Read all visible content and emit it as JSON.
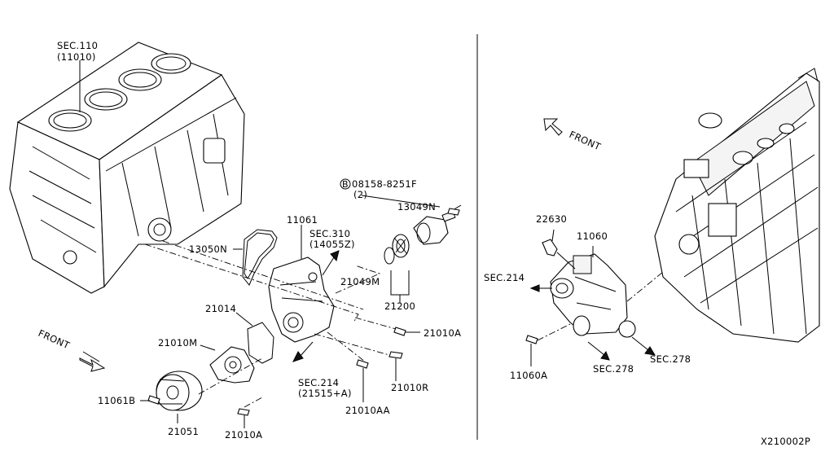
{
  "labels": {
    "sec110": "SEC.110",
    "sec110_code": "(11010)",
    "bolt_spec": "08158-8251F",
    "bolt_spec_marker": "B",
    "bolt_qty": "(2)",
    "p13049n": "13049N",
    "p11061": "11061",
    "sec310": "SEC.310",
    "sec310_code": "(14055Z)",
    "p13050n": "13050N",
    "p21049m": "21049M",
    "p21200": "21200",
    "p21014": "21014",
    "p21010a_right": "21010A",
    "p21010m": "21010M",
    "front_left": "FRONT",
    "sec214_left": "SEC.214",
    "sec214_left_code": "(21515+A)",
    "p21010r": "21010R",
    "p11061b": "11061B",
    "p21051": "21051",
    "p21010a_bottom": "21010A",
    "p21010aa": "21010AA",
    "front_right": "FRONT",
    "p22630": "22630",
    "p11060": "11060",
    "sec214_right": "SEC.214",
    "p11060a": "11060A",
    "sec278_a": "SEC.278",
    "sec278_b": "SEC.278",
    "diagram_code": "X210002P"
  }
}
